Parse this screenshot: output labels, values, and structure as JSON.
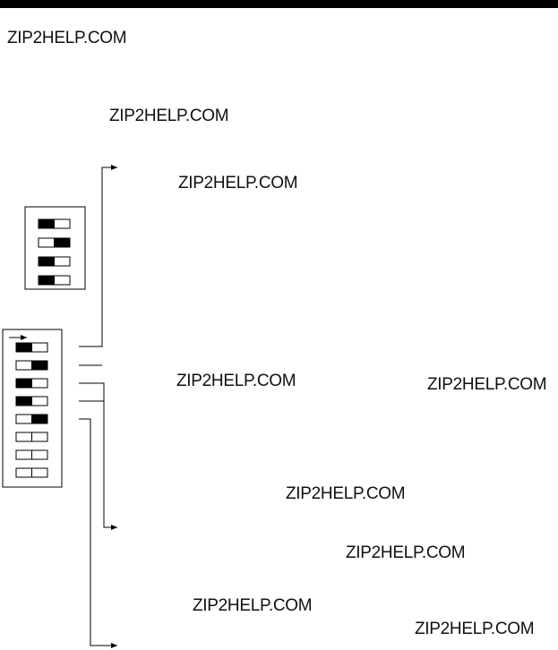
{
  "watermarks": [
    "ZIP2HELP.COM",
    "ZIP2HELP.COM",
    "ZIP2HELP.COM",
    "ZIP2HELP.COM",
    "ZIP2HELP.COM",
    "ZIP2HELP.COM",
    "ZIP2HELP.COM",
    "ZIP2HELP.COM",
    "ZIP2HELP.COM"
  ],
  "colors": {
    "ink": "#000000",
    "paper": "#ffffff"
  },
  "switch_settings": {
    "small_block": [
      "left",
      "right",
      "left",
      "left"
    ],
    "main_block": [
      "left",
      "right",
      "left",
      "left",
      "right",
      "off",
      "off",
      "off"
    ]
  }
}
